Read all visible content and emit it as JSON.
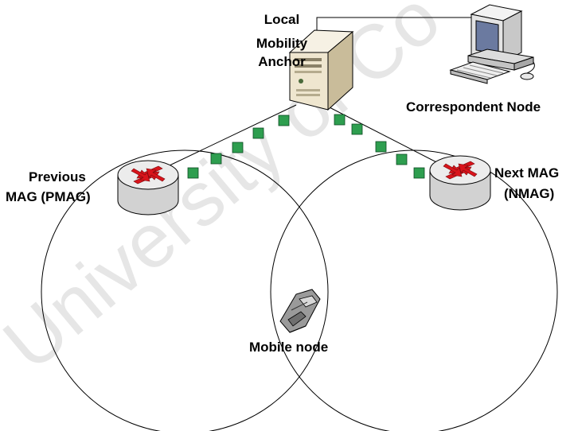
{
  "labels": {
    "lma": [
      "Local",
      "Mobility",
      "Anchor"
    ],
    "correspondent": "Correspondent Node",
    "pmag": [
      "Previous",
      "MAG (PMAG)"
    ],
    "nmag": [
      "Next MAG",
      "(NMAG)"
    ],
    "mobile": "Mobile node"
  },
  "watermark": "University of Co",
  "colors": {
    "packet": "#2e9e4f",
    "router_arrow": "#d9141b",
    "server_body": "#efe6cf",
    "watermark": "#e6e6e6"
  }
}
